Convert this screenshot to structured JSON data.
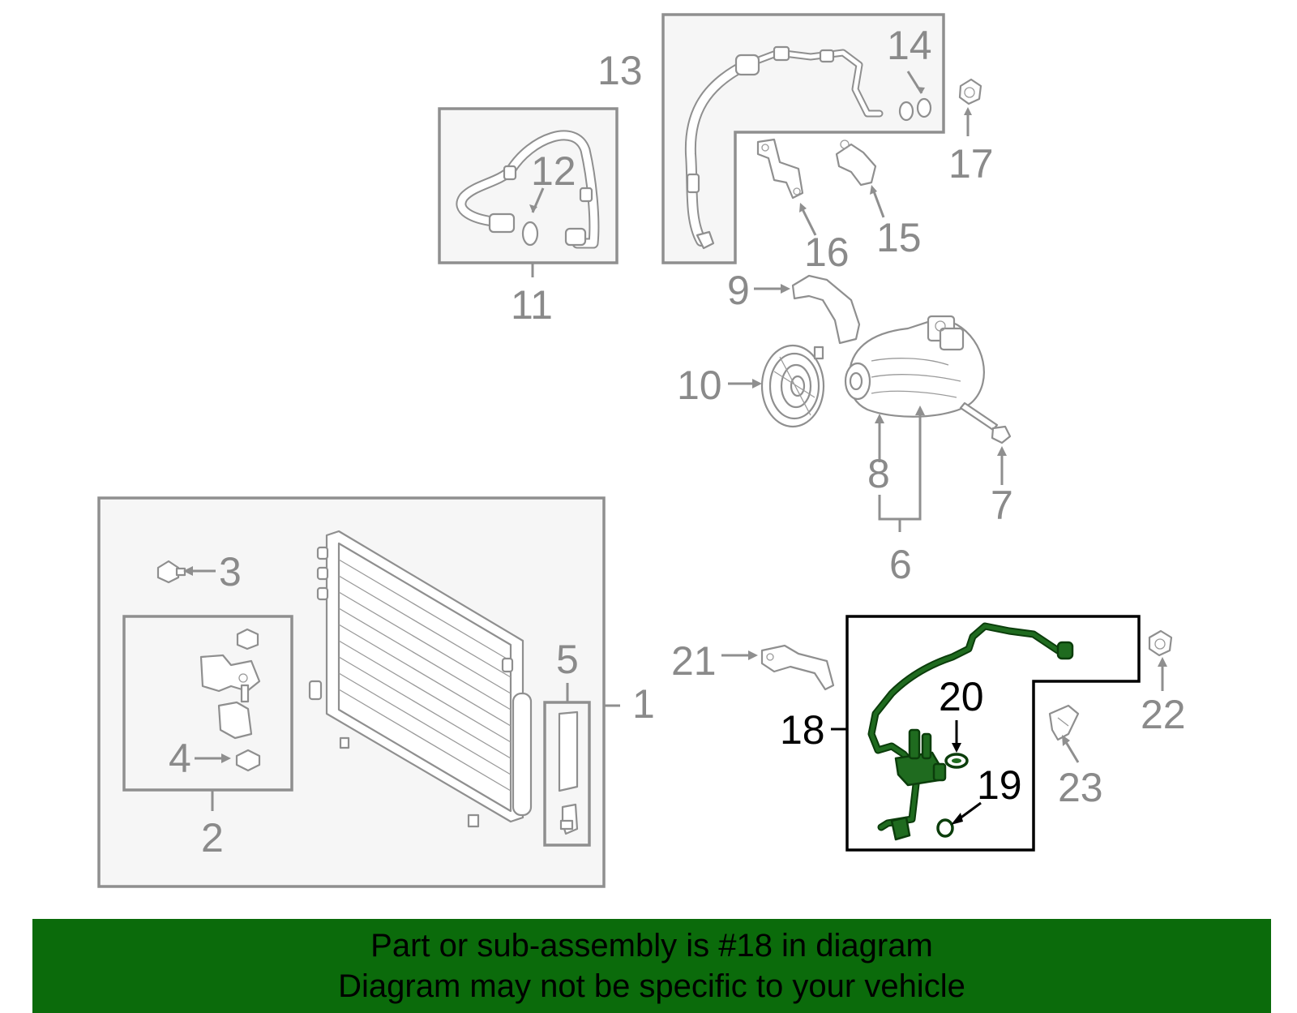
{
  "banner": {
    "line1": "Part or sub-assembly is #18 in diagram",
    "line2": "Diagram may not be specific to your vehicle",
    "background": "#0b6b0b"
  },
  "highlight_color": "#1f6b1f",
  "callouts": {
    "c1": "1",
    "c2": "2",
    "c3": "3",
    "c4": "4",
    "c5": "5",
    "c6": "6",
    "c7": "7",
    "c8": "8",
    "c9": "9",
    "c10": "10",
    "c11": "11",
    "c12": "12",
    "c13": "13",
    "c14": "14",
    "c15": "15",
    "c16": "16",
    "c17": "17",
    "c18": "18",
    "c19": "19",
    "c20": "20",
    "c21": "21",
    "c22": "22",
    "c23": "23"
  },
  "highlighted_part": "18"
}
